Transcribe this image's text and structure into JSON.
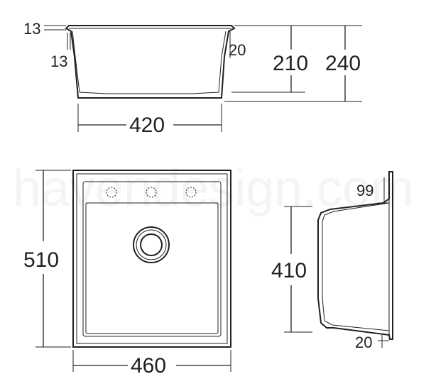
{
  "watermark": "havendesign.com",
  "front_view": {
    "rim_thickness_left": "13",
    "rim_thickness_left_inner": "13",
    "rim_right": "20",
    "bowl_depth": "210",
    "overall_depth": "240",
    "bottom_width": "420"
  },
  "plan_view": {
    "overall_length": "510",
    "overall_width": "460"
  },
  "side_view": {
    "flange": "99",
    "bowl_length": "410",
    "base_offset": "20"
  }
}
